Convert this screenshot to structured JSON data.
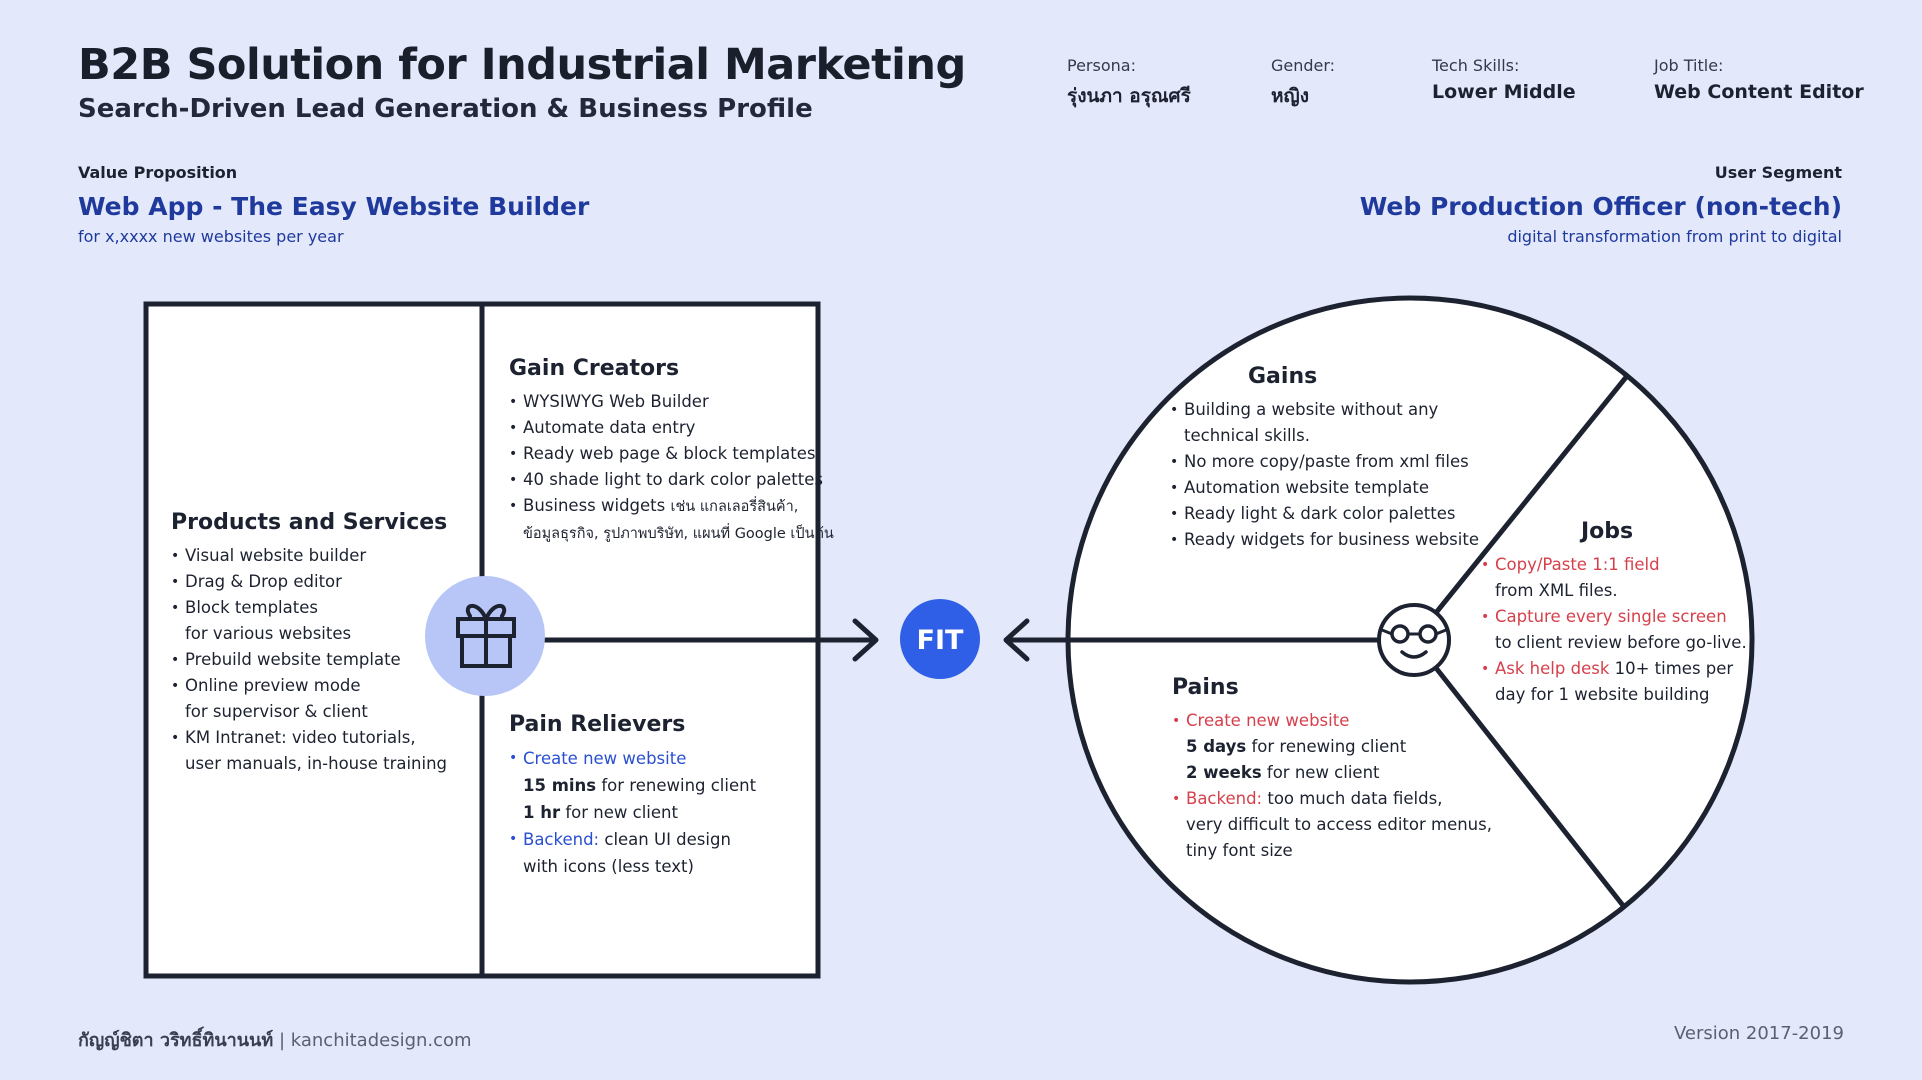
{
  "header": {
    "title": "B2B Solution for Industrial Marketing",
    "subtitle": "Search-Driven Lead Generation & Business Profile"
  },
  "persona": [
    {
      "label": "Persona:",
      "value": "รุ่งนภา อรุณศรี"
    },
    {
      "label": "Gender:",
      "value": "หญิง"
    },
    {
      "label": "Tech Skills:",
      "value": "Lower Middle"
    },
    {
      "label": "Job Title:",
      "value": "Web Content Editor"
    }
  ],
  "value_proposition": {
    "label": "Value Proposition",
    "title": "Web App - The Easy Website Builder",
    "sub": "for x,xxxx new websites per year"
  },
  "user_segment": {
    "label": "User Segment",
    "title": "Web Production Officer (non-tech)",
    "sub": "digital transformation from print to digital"
  },
  "products": {
    "heading": "Products and Services",
    "items": [
      "Visual website builder",
      "Drag & Drop editor",
      "Block templates",
      "for various websites",
      "Prebuild website template",
      "Online preview mode",
      "for supervisor & client",
      "KM Intranet: video tutorials,",
      "user manuals, in-house training"
    ]
  },
  "gain_creators": {
    "heading": "Gain Creators",
    "items": [
      "WYSIWYG Web Builder",
      "Automate data entry",
      "Ready web page & block templates",
      "40 shade light to dark color palettes",
      "Business widgets",
      "เช่น แกลเลอรี่สินค้า,",
      "ข้อมูลธุรกิจ, รูปภาพบริษัท, แผนที่ Google เป็นต้น"
    ]
  },
  "pain_relievers": {
    "heading": "Pain Relievers",
    "item1": "Create new website",
    "r1_bold": "15 mins",
    "r1_rest": " for renewing client",
    "r2_bold": "1 hr",
    "r2_rest": " for new client",
    "item2_hl": "Backend:",
    "item2_rest": " clean UI design",
    "item2_cont": "with icons (less text)"
  },
  "fit": {
    "label": "FIT"
  },
  "gains": {
    "heading": "Gains",
    "items": [
      "Building a website without any",
      "technical skills.",
      "No more copy/paste from xml files",
      "Automation website template",
      "Ready light & dark color palettes",
      "Ready widgets for business website"
    ]
  },
  "jobs": {
    "heading": "Jobs",
    "j1_hl": "Copy/Paste 1:1 field",
    "j1_cont": "from XML files.",
    "j2_hl": "Capture every single screen",
    "j2_cont": "to client review before go-live.",
    "j3_hl": "Ask help desk",
    "j3_rest": " 10+ times per",
    "j3_cont": "day for 1 website building"
  },
  "pains": {
    "heading": "Pains",
    "p1_hl": "Create new website",
    "p1_r1_bold": "5 days",
    "p1_r1_rest": " for renewing client",
    "p1_r2_bold": "2 weeks",
    "p1_r2_rest": " for new client",
    "p2_hl": "Backend:",
    "p2_rest": " too much data fields,",
    "p2_c1": "very difficult to access editor menus,",
    "p2_c2": "tiny font size"
  },
  "footer": {
    "author": "กัญญ์ชิตา วริทธิ์ทินานนท์",
    "separator": " | ",
    "site": "kanchitadesign.com",
    "version": "Version 2017-2019"
  },
  "colors": {
    "background": "#e3e9fb",
    "accent_blue": "#2f5fe6",
    "gift_circle": "#b7c6f7",
    "highlight_red": "#d6404b",
    "highlight_blue": "#2a4fd0"
  }
}
